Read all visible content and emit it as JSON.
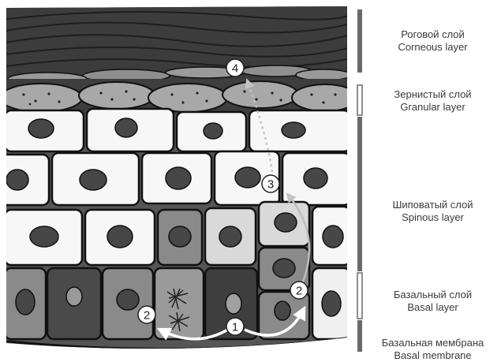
{
  "layers": [
    {
      "key": "corneous",
      "ru": "Роговой слой",
      "en": "Corneous layer"
    },
    {
      "key": "granular",
      "ru": "Зернистый слой",
      "en": "Granular layer"
    },
    {
      "key": "spinous",
      "ru": "Шиповатый слой",
      "en": "Spinous layer"
    },
    {
      "key": "basal",
      "ru": "Базальный слой",
      "en": "Basal layer"
    },
    {
      "key": "membrane",
      "ru": "Базальная мембрана",
      "en": "Basal membrane"
    }
  ],
  "steps": [
    "1",
    "2",
    "2",
    "3",
    "4"
  ],
  "colors": {
    "background": "#ffffff",
    "stratum_corneum": "#3c3c3c",
    "granular_cell": "#a8a8a8",
    "spinous_cell": "#f7f7f7",
    "dividing_cell": "#9a9a9a",
    "dark_basal_cell": "#4a4a4a",
    "nucleus": "#474747",
    "outline": "#111111",
    "scale_bar": "#6a6a6a",
    "arrow": "#ffffff",
    "dotted_arrow": "#c4c4c4"
  }
}
